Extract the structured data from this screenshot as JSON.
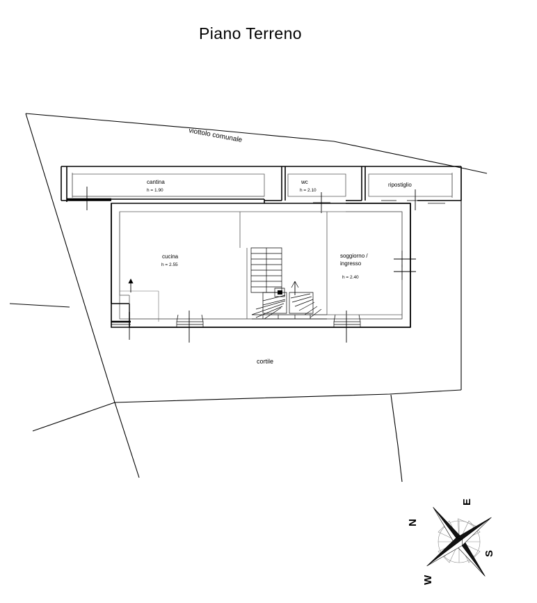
{
  "document": {
    "title": "Piano Terreno",
    "type": "floor-plan",
    "language": "it"
  },
  "site": {
    "street_label": "viottolo comunale",
    "yard_label": "cortile"
  },
  "rooms": [
    {
      "id": "cantina",
      "name": "cantina",
      "height_label": "h = 1.90"
    },
    {
      "id": "wc",
      "name": "wc",
      "height_label": "h = 2.10"
    },
    {
      "id": "ripostiglio",
      "name": "ripostiglio",
      "height_label": ""
    },
    {
      "id": "cucina",
      "name": "cucina",
      "height_label": "h = 2.55"
    },
    {
      "id": "soggiorno",
      "name": "soggiorno /",
      "name2": "ingresso",
      "height_label": "h = 2.40"
    }
  ],
  "compass": {
    "north": "N",
    "east": "E",
    "south": "S",
    "west": "W"
  },
  "colors": {
    "ink": "#000000",
    "paper": "#ffffff",
    "wall_inner": "#555555",
    "compass_web": "#888888"
  }
}
